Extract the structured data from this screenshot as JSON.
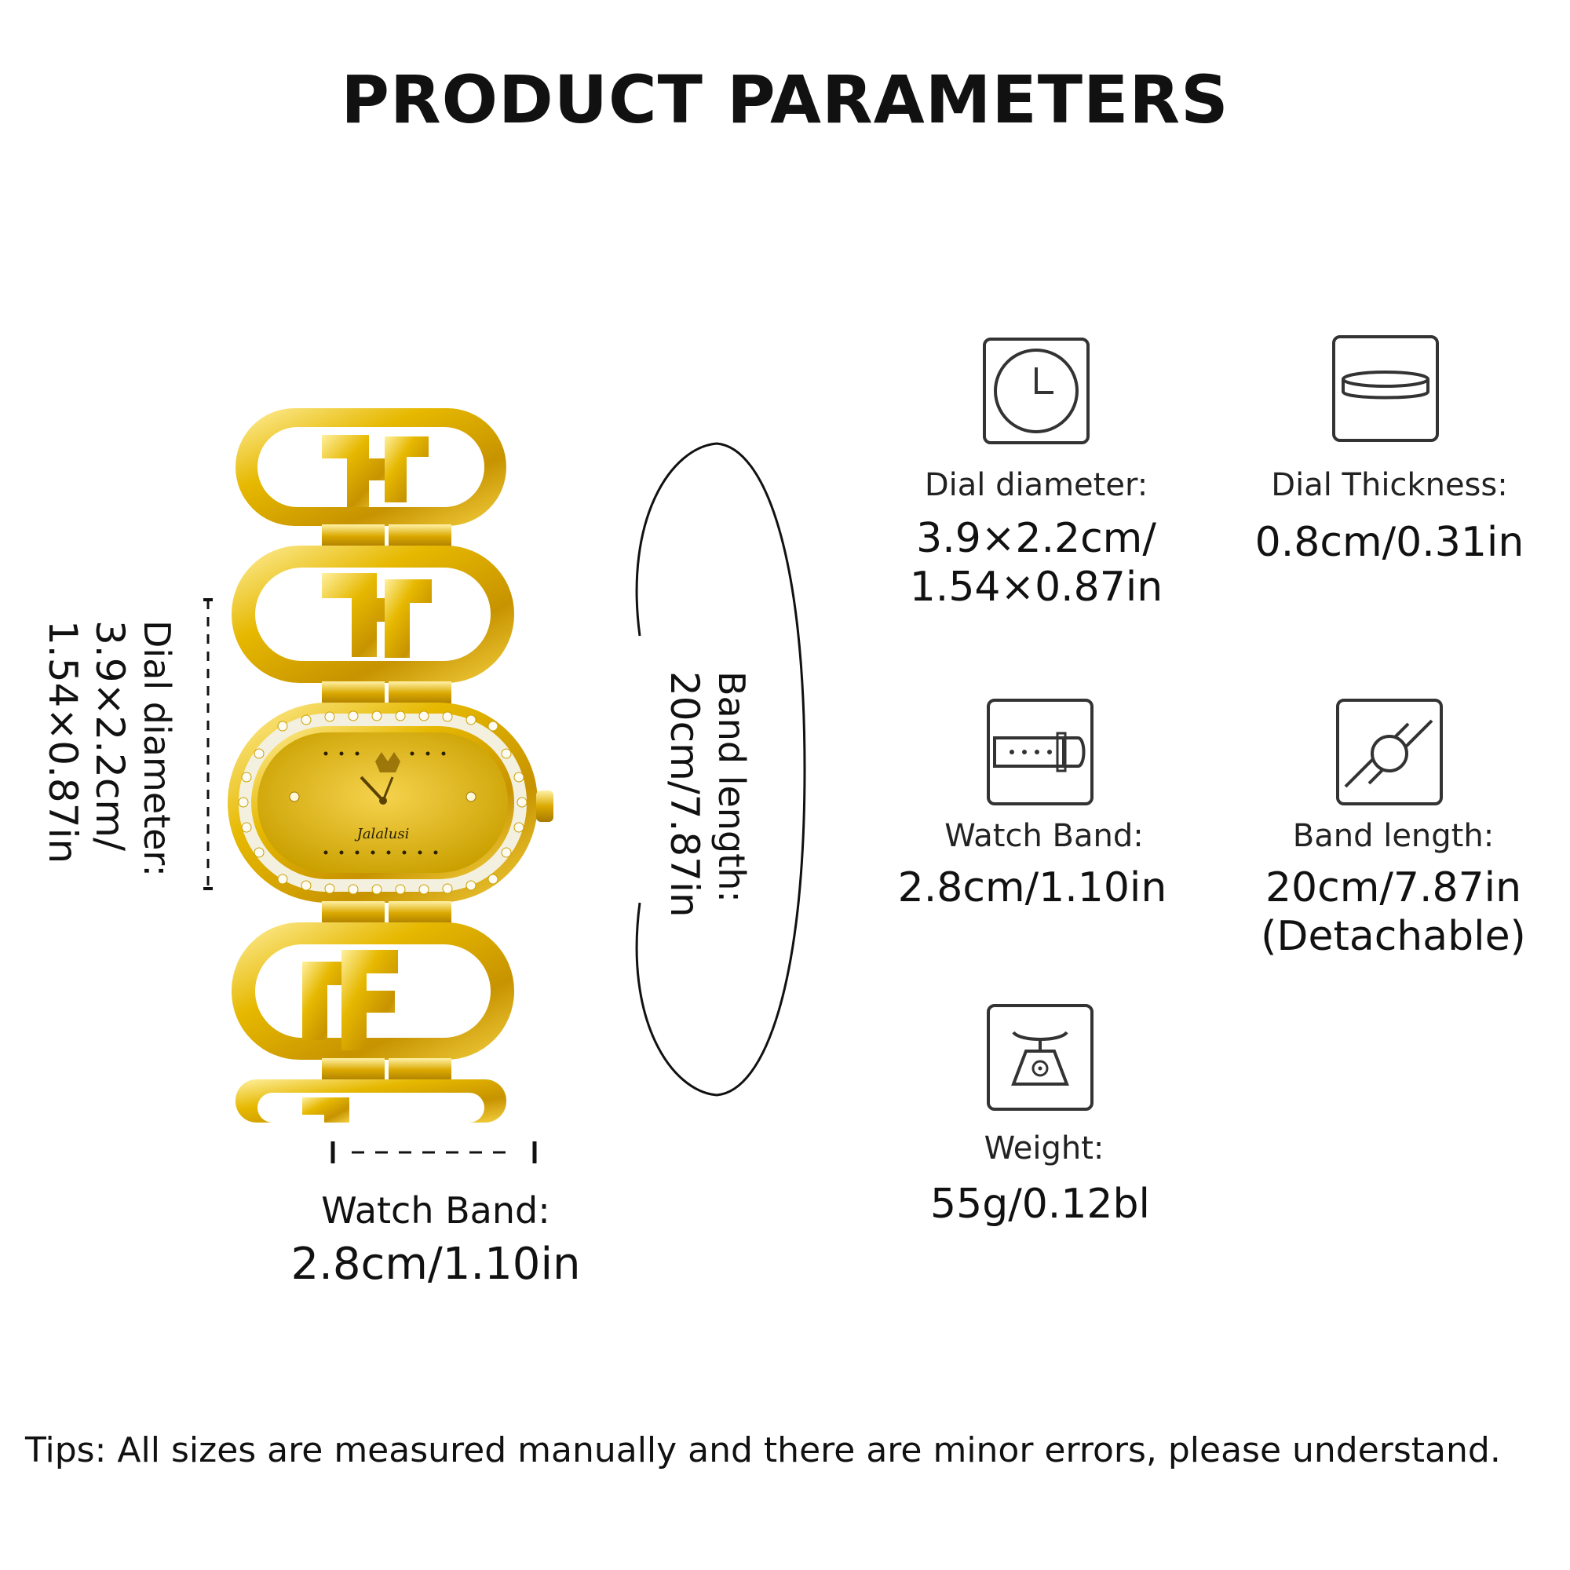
{
  "title": "PRODUCT PARAMETERS",
  "watch": {
    "brand": "Jalalusi",
    "band_length": {
      "label": "Band length:",
      "value": "20cm/7.87in"
    },
    "dial_diameter": {
      "label": "Dial diameter:",
      "value_line1": "3.9×2.2cm/",
      "value_line2": "1.54×0.87in"
    },
    "watch_band": {
      "label": "Watch Band:",
      "value": "2.8cm/1.10in"
    }
  },
  "specs": [
    {
      "icon": "clock-icon",
      "label": "Dial diameter:",
      "value_line1": "3.9×2.2cm/",
      "value_line2": "1.54×0.87in"
    },
    {
      "icon": "dial-thickness-icon",
      "label": "Dial Thickness:",
      "value_line1": "0.8cm/0.31in"
    },
    {
      "icon": "watch-band-icon",
      "label": "Watch Band:",
      "value_line1": "2.8cm/1.10in"
    },
    {
      "icon": "band-length-icon",
      "label": "Band length:",
      "value_line1": "20cm/7.87in",
      "value_line2": "(Detachable)"
    },
    {
      "icon": "scale-icon",
      "label": "Weight:",
      "value_line1": "55g/0.12bl"
    }
  ],
  "tips": "Tips: All sizes are measured manually and there are minor errors, please understand.",
  "colors": {
    "gold": "#d8a900",
    "gold_light": "#f6d75a",
    "gold_dark": "#9a7200",
    "text": "#111111",
    "icon_stroke": "#333333"
  }
}
